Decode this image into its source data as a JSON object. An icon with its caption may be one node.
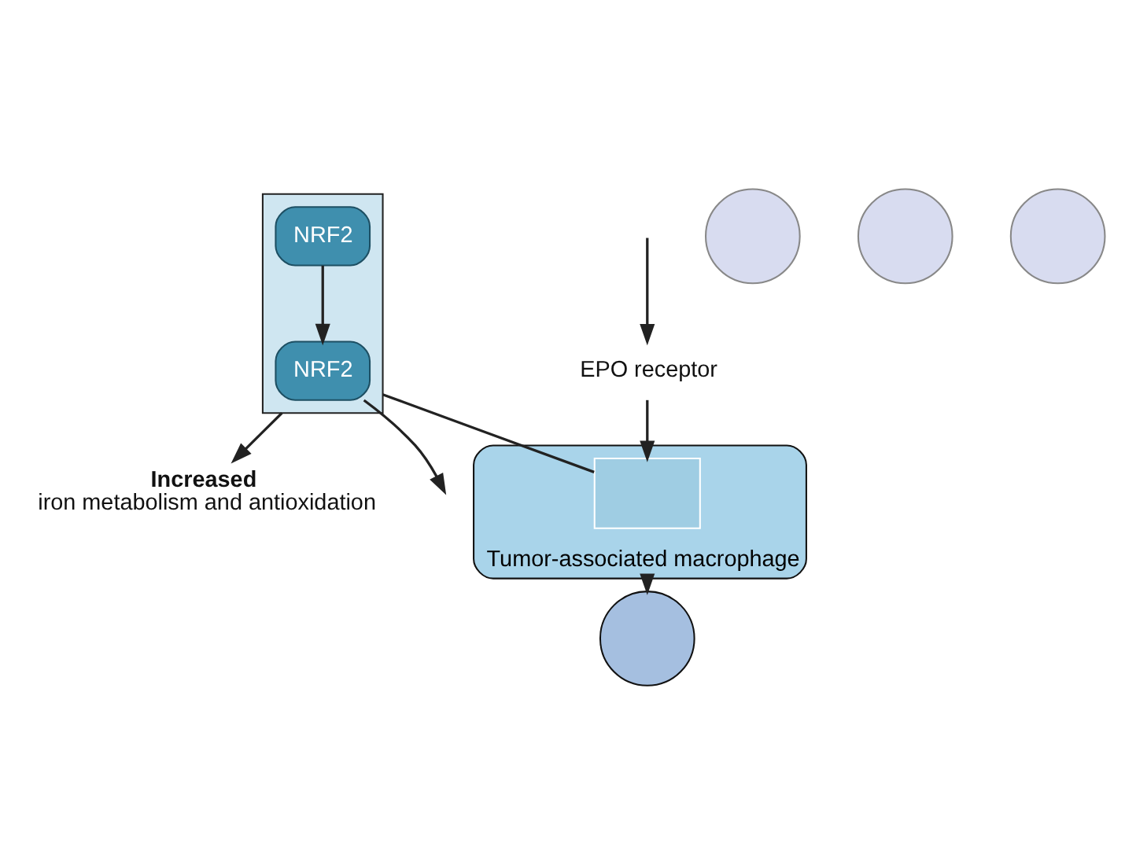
{
  "diagram": {
    "nodes": [
      {
        "text": [],
        "shape": "box"
      },
      {
        "text": [
          "NRF2"
        ],
        "in": 0
      },
      {
        "text": [
          "NRF2"
        ],
        "in": 0
      },
      {
        "text": [
          "EPO receptor"
        ]
      },
      {
        "text": [
          "Tumor-associated macrophage"
        ]
      },
      {
        "text": [],
        "shape": "box",
        "in": 4
      },
      {
        "text": [
          "Increased",
          "iron metabolism and antioxidation"
        ]
      },
      {
        "text": [],
        "shape": "circle"
      },
      {
        "text": [],
        "shape": "circle"
      },
      {
        "text": [],
        "shape": "circle"
      },
      {
        "text": [],
        "shape": "circle"
      }
    ],
    "edges": [
      {
        "from": null,
        "to": 3,
        "arrow": "to"
      },
      {
        "from": 3,
        "to": 5,
        "arrow": "to"
      },
      {
        "from": 5,
        "to": 0,
        "arrow": "none"
      },
      {
        "from": 1,
        "to": 2,
        "arrow": "to"
      },
      {
        "from": 2,
        "to": null,
        "arrow": "to"
      },
      {
        "from": 0,
        "to": 6,
        "arrow": "to"
      },
      {
        "from": 4,
        "to": 7,
        "arrow": "to"
      }
    ]
  }
}
